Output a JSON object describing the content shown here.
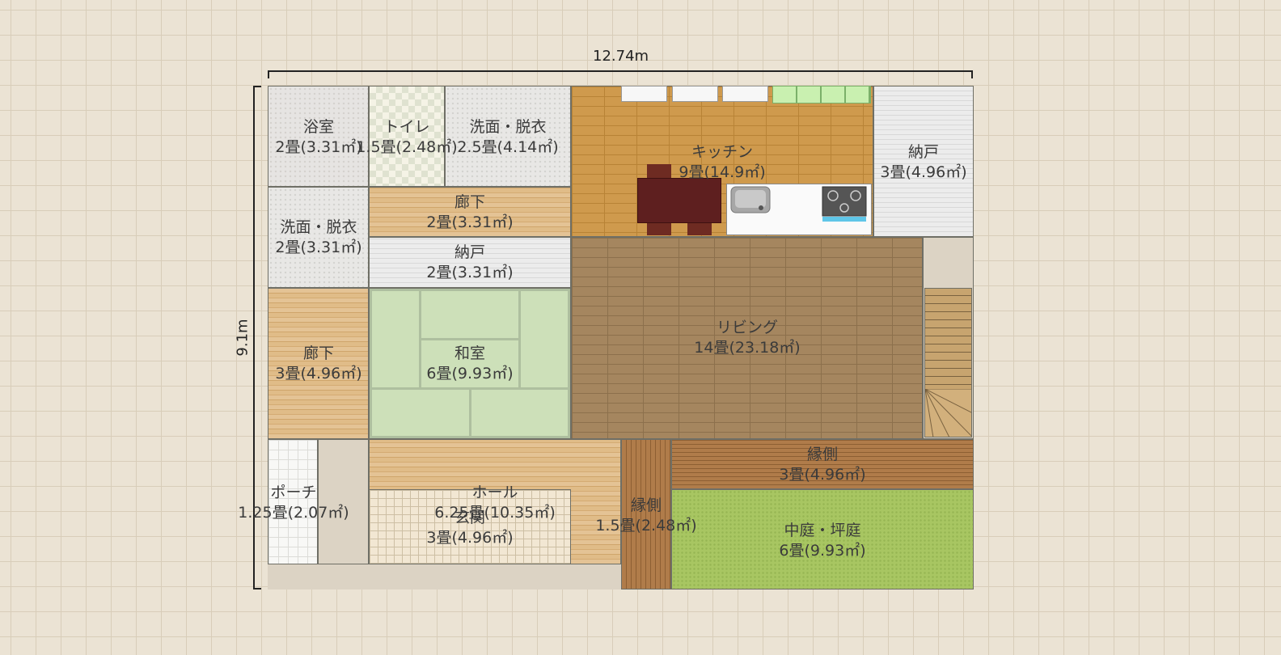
{
  "dimensions": {
    "width_label": "12.74m",
    "height_label": "9.1m"
  },
  "rooms": {
    "bath": {
      "name": "浴室",
      "size": "2畳(3.31㎡)"
    },
    "toilet": {
      "name": "トイレ",
      "size": "1.5畳(2.48㎡)"
    },
    "washroom_top": {
      "name": "洗面・脱衣",
      "size": "2.5畳(4.14㎡)"
    },
    "kitchen": {
      "name": "キッチン",
      "size": "9畳(14.9㎡)"
    },
    "storage_right": {
      "name": "納戸",
      "size": "3畳(4.96㎡)"
    },
    "washroom_left": {
      "name": "洗面・脱衣",
      "size": "2畳(3.31㎡)"
    },
    "hall_top": {
      "name": "廊下",
      "size": "2畳(3.31㎡)"
    },
    "storage_mid": {
      "name": "納戸",
      "size": "2畳(3.31㎡)"
    },
    "corridor_left": {
      "name": "廊下",
      "size": "3畳(4.96㎡)"
    },
    "washitsu": {
      "name": "和室",
      "size": "6畳(9.93㎡)"
    },
    "living": {
      "name": "リビング",
      "size": "14畳(23.18㎡)"
    },
    "porch": {
      "name": "ポーチ",
      "size": "1.25畳(2.07㎡)"
    },
    "hall": {
      "name": "ホール",
      "size": "6.25畳(10.35㎡)"
    },
    "genkan": {
      "name": "玄関",
      "size": "3畳(4.96㎡)"
    },
    "engawa_small": {
      "name": "縁側",
      "size": "1.5畳(2.48㎡)"
    },
    "engawa_top": {
      "name": "縁側",
      "size": "3畳(4.96㎡)"
    },
    "garden": {
      "name": "中庭・坪庭",
      "size": "6畳(9.93㎡)"
    }
  },
  "icons": [
    "dining-table-icon",
    "sink-icon",
    "stove-icon",
    "staircase-icon",
    "kitchen-cabinet-icon"
  ],
  "colors": {
    "background": "#ebe3d4",
    "grid": "#d8cdb9",
    "kitchen_floor": "#cf9a4d",
    "living_floor": "#a5865f",
    "tatami": "#cde0b9",
    "garden": "#a8c662",
    "deck": "#a3703f"
  }
}
